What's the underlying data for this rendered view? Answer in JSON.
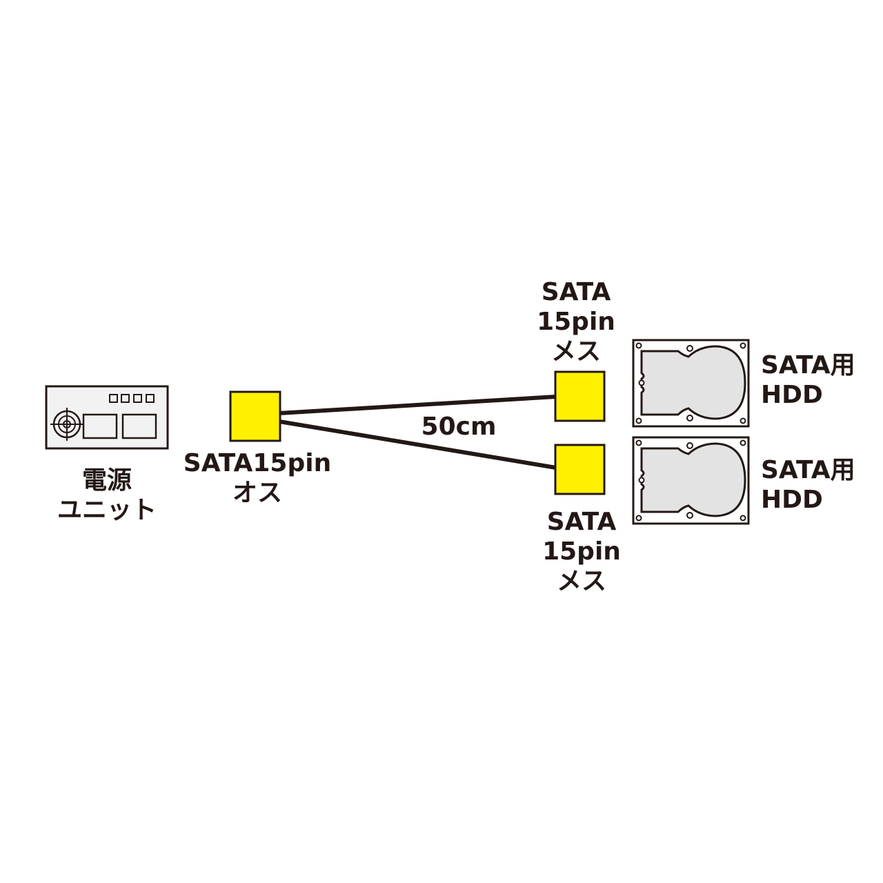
{
  "colors": {
    "connector_fill": "#FFF100",
    "line": "#231815",
    "hdd_fill": "#E3E3E3",
    "psu_fill": "#F2F2F2",
    "background": "#FFFFFF"
  },
  "power_unit": {
    "icon": "power-supply-icon",
    "label_lines": [
      "電源",
      "ユニット"
    ]
  },
  "male_connector": {
    "icon": "sata-connector-icon",
    "label_lines": [
      "SATA15pin",
      "オス"
    ]
  },
  "cable": {
    "length_label": "50cm"
  },
  "female_connectors": [
    {
      "icon": "sata-connector-icon",
      "label_lines": [
        "SATA",
        "15pin",
        "メス"
      ]
    },
    {
      "icon": "sata-connector-icon",
      "label_lines": [
        "SATA",
        "15pin",
        "メス"
      ]
    }
  ],
  "hdds": [
    {
      "icon": "hard-drive-icon",
      "label_lines": [
        "SATA用",
        "HDD"
      ]
    },
    {
      "icon": "hard-drive-icon",
      "label_lines": [
        "SATA用",
        "HDD"
      ]
    }
  ]
}
